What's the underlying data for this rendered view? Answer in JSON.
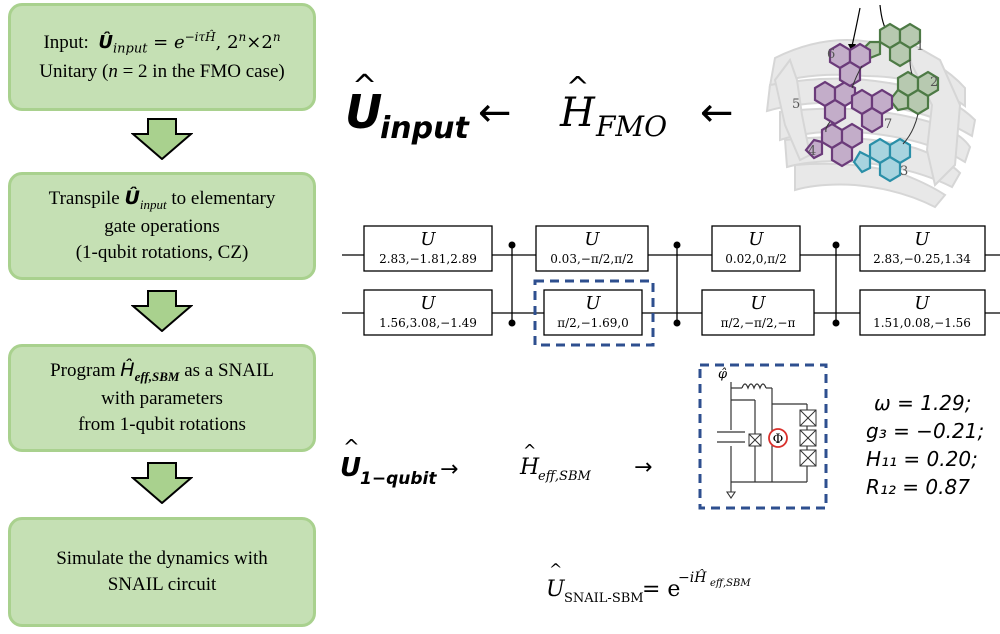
{
  "flow": {
    "box1": {
      "line1_prefix": "Input:",
      "line1_math": "Û_input = e^{−iτĤ}, 2^n×2^n",
      "line2": "Unitary (n = 2 in the FMO case)"
    },
    "box2": {
      "line1": "Transpile Û_input to elementary",
      "line2": "gate operations",
      "line3": "(1-qubit rotations, CZ)"
    },
    "box3": {
      "line1": "Program Ĥ_eff,SBM as a SNAIL",
      "line2": "with parameters",
      "line3": "from 1-qubit rotations"
    },
    "box4": {
      "line1": "Simulate the dynamics with",
      "line2": "SNAIL circuit"
    }
  },
  "top_equation": {
    "lhs": "Û_input",
    "mid": "Ĥ_FMO",
    "arrow": "←"
  },
  "protein": {
    "site_labels": [
      "1",
      "2",
      "3",
      "4",
      "5",
      "6",
      "7"
    ]
  },
  "circuit": {
    "gate_symbol": "U",
    "top_row": [
      "2.83,−1.81,2.89",
      "0.03,−π/2,π/2",
      "0.02,0,π/2",
      "2.83,−0.25,1.34"
    ],
    "bottom_row": [
      "1.56,3.08,−1.49",
      "π/2,−1.69,0",
      "π/2,−π/2,−π",
      "1.51,0.08,−1.56"
    ]
  },
  "mapping": {
    "lhs": "Û_1−qubit →",
    "mid": "Ĥ_eff,SBM",
    "arrow": "→"
  },
  "snail": {
    "phase_label": "φ̂",
    "flux_label": "Φ"
  },
  "params": [
    "ω = 1.29;",
    "g₃ = −0.21;",
    "H₁₁ = 0.20;",
    "R₁₂ = 0.87"
  ],
  "bottom_equation": "Û_SNAIL-SBM = e^{−iĤ_eff,SBM}",
  "colors": {
    "box_fill": "#c5e0b4",
    "box_border": "#a9d18e",
    "highlight_dash": "#2e4f8f",
    "green_site": "#4d7a45",
    "purple_site": "#6b3b7a",
    "teal_site": "#2a8fa8",
    "flux_red": "#d9302c"
  }
}
